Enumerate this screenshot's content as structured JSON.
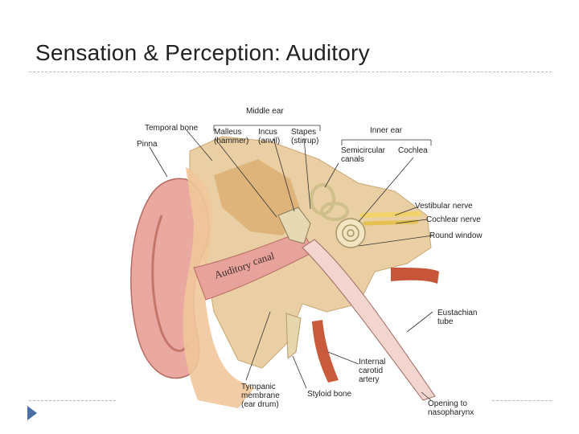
{
  "slide": {
    "title": "Sensation & Perception: Auditory"
  },
  "diagram": {
    "labels": {
      "middle_ear": "Middle ear",
      "temporal_bone": "Temporal bone",
      "malleus": "Malleus",
      "malleus_sub": "(hammer)",
      "incus": "Incus",
      "incus_sub": "(anvil)",
      "stapes": "Stapes",
      "stapes_sub": "(stirrup)",
      "inner_ear": "Inner ear",
      "pinna": "Pinna",
      "semicircular": "Semicircular",
      "semicircular_sub": "canals",
      "cochlea": "Cochlea",
      "vestibular_nerve": "Vestibular nerve",
      "cochlear_nerve": "Cochlear nerve",
      "round_window": "Round window",
      "eustachian": "Eustachian",
      "eustachian_sub": "tube",
      "internal": "Internal",
      "carotid": "carotid",
      "artery": "artery",
      "tympanic": "Tympanic",
      "membrane": "membrane",
      "ear_drum": "(ear drum)",
      "styloid": "Styloid bone",
      "opening": "Opening to",
      "nasopharynx": "nasopharynx",
      "auditory_canal_1": "Auditory",
      "auditory_canal_2": "canal"
    }
  }
}
